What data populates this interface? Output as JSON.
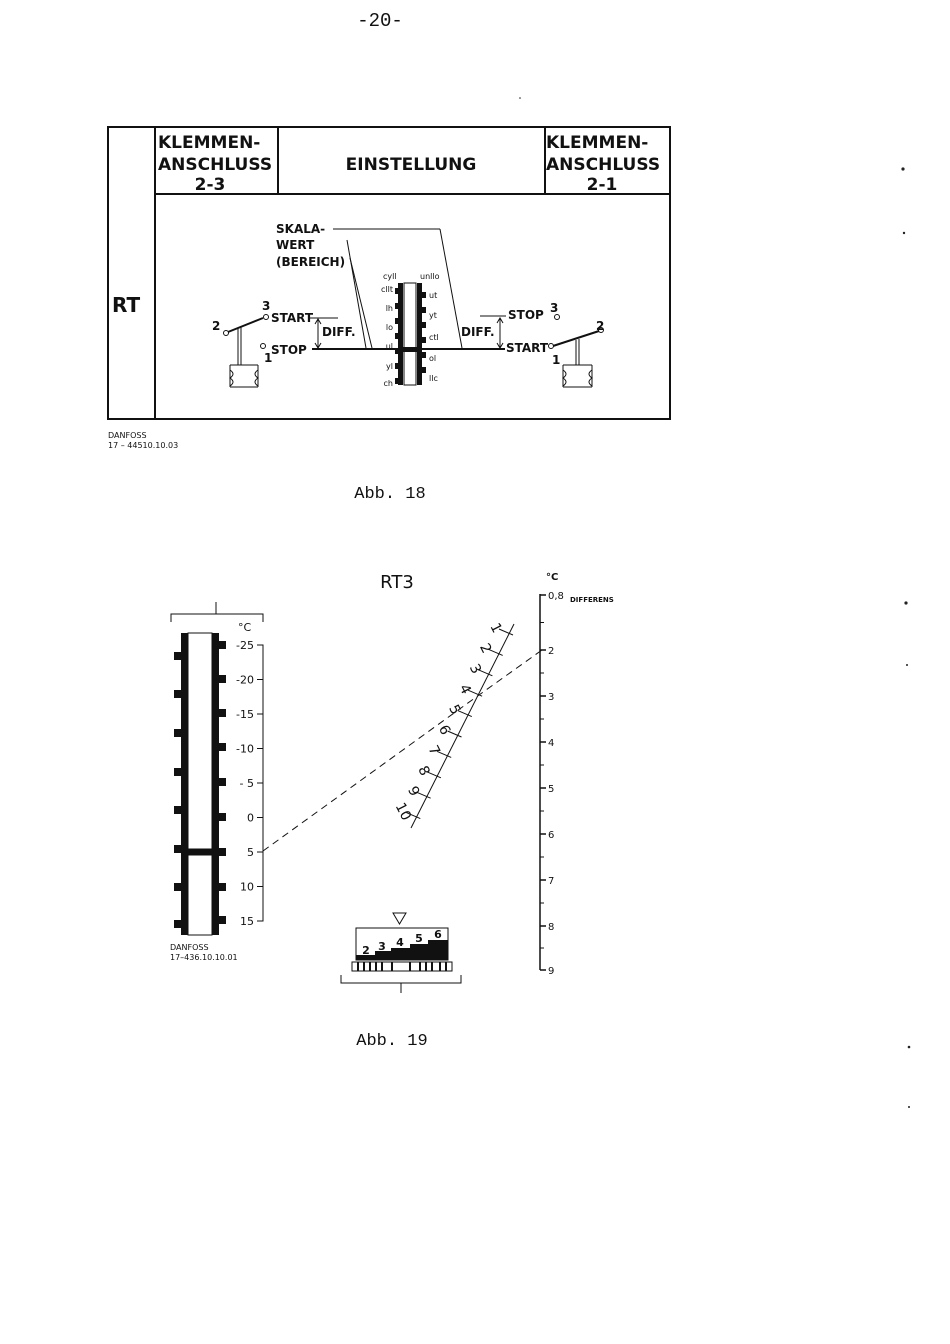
{
  "page_number": "-20-",
  "figure_18": {
    "caption": "Abb. 18",
    "table": {
      "row_label": "RT",
      "col_left": [
        "KLEMMEN-",
        "ANSCHLUSS",
        "2-3"
      ],
      "col_middle": "EINSTELLUNG",
      "col_right": [
        "KLEMMEN-",
        "ANSCHLUSS",
        "2-1"
      ]
    },
    "diagram": {
      "scale_label": [
        "SKALA-",
        "WERT",
        "(BEREICH)"
      ],
      "left_terminals": {
        "t2": "2",
        "t3": "3",
        "t1": "1"
      },
      "right_terminals": {
        "t2": "2",
        "t3": "3",
        "t1": "1"
      },
      "start_left": "START",
      "stop_left": "STOP",
      "diff_left": "DIFF.",
      "start_right": "START",
      "stop_right": "STOP",
      "diff_right": "DIFF.",
      "left_code_top": "cyll",
      "right_code_top": "unllo",
      "left_codes": [
        "cllt",
        "lh",
        "lo",
        "ul",
        "yl",
        "ch"
      ],
      "right_codes": [
        "ut",
        "yt",
        "ctl",
        "ol",
        "llc"
      ]
    },
    "footnote": [
      "DANFOSS",
      "17 – 44510.10.03"
    ]
  },
  "figure_19": {
    "caption": "Abb. 19",
    "title": "RT3",
    "thermometer": {
      "unit": "°C",
      "ticks": [
        "-25",
        "-20",
        "-15",
        "-10",
        "- 5",
        "0",
        "5",
        "10",
        "15"
      ],
      "indicated_value": 5
    },
    "diagonal_scale": [
      "1",
      "2",
      "3",
      "4",
      "5",
      "6",
      "7",
      "8",
      "9",
      "10"
    ],
    "differens_scale": {
      "unit": "°C",
      "label": "DIFFERENS",
      "ticks": [
        "0,8",
        "2",
        "3",
        "4",
        "5",
        "6",
        "7",
        "8",
        "9"
      ]
    },
    "dial_numbers": [
      "2",
      "3",
      "4",
      "5",
      "6"
    ],
    "footnote": [
      "DANFOSS",
      "17–436.10.10.01"
    ]
  }
}
